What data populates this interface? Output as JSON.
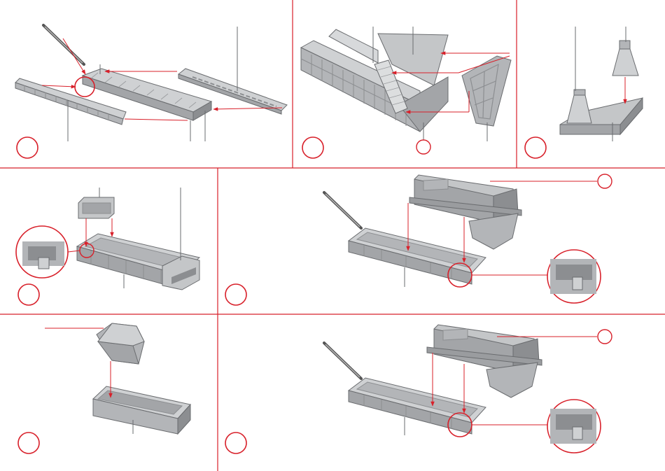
{
  "colors": {
    "accent": "#d8202a",
    "part_fill": "#b3b5b8",
    "part_light": "#cfd1d3",
    "part_dark": "#8c8e91",
    "outline": "#6a6c6f",
    "background": "#ffffff"
  },
  "panels": [
    {
      "id": "p1",
      "step_number": ""
    },
    {
      "id": "p2",
      "step_number": ""
    },
    {
      "id": "p3",
      "step_number": ""
    },
    {
      "id": "p4",
      "step_number": ""
    },
    {
      "id": "p5",
      "step_number": ""
    },
    {
      "id": "p6",
      "step_number": ""
    },
    {
      "id": "p7",
      "step_number": ""
    }
  ],
  "icons": [
    "glue-applicator-icon",
    "detail-magnifier-icon",
    "part-number-callout-icon",
    "step-number-circle-icon"
  ]
}
